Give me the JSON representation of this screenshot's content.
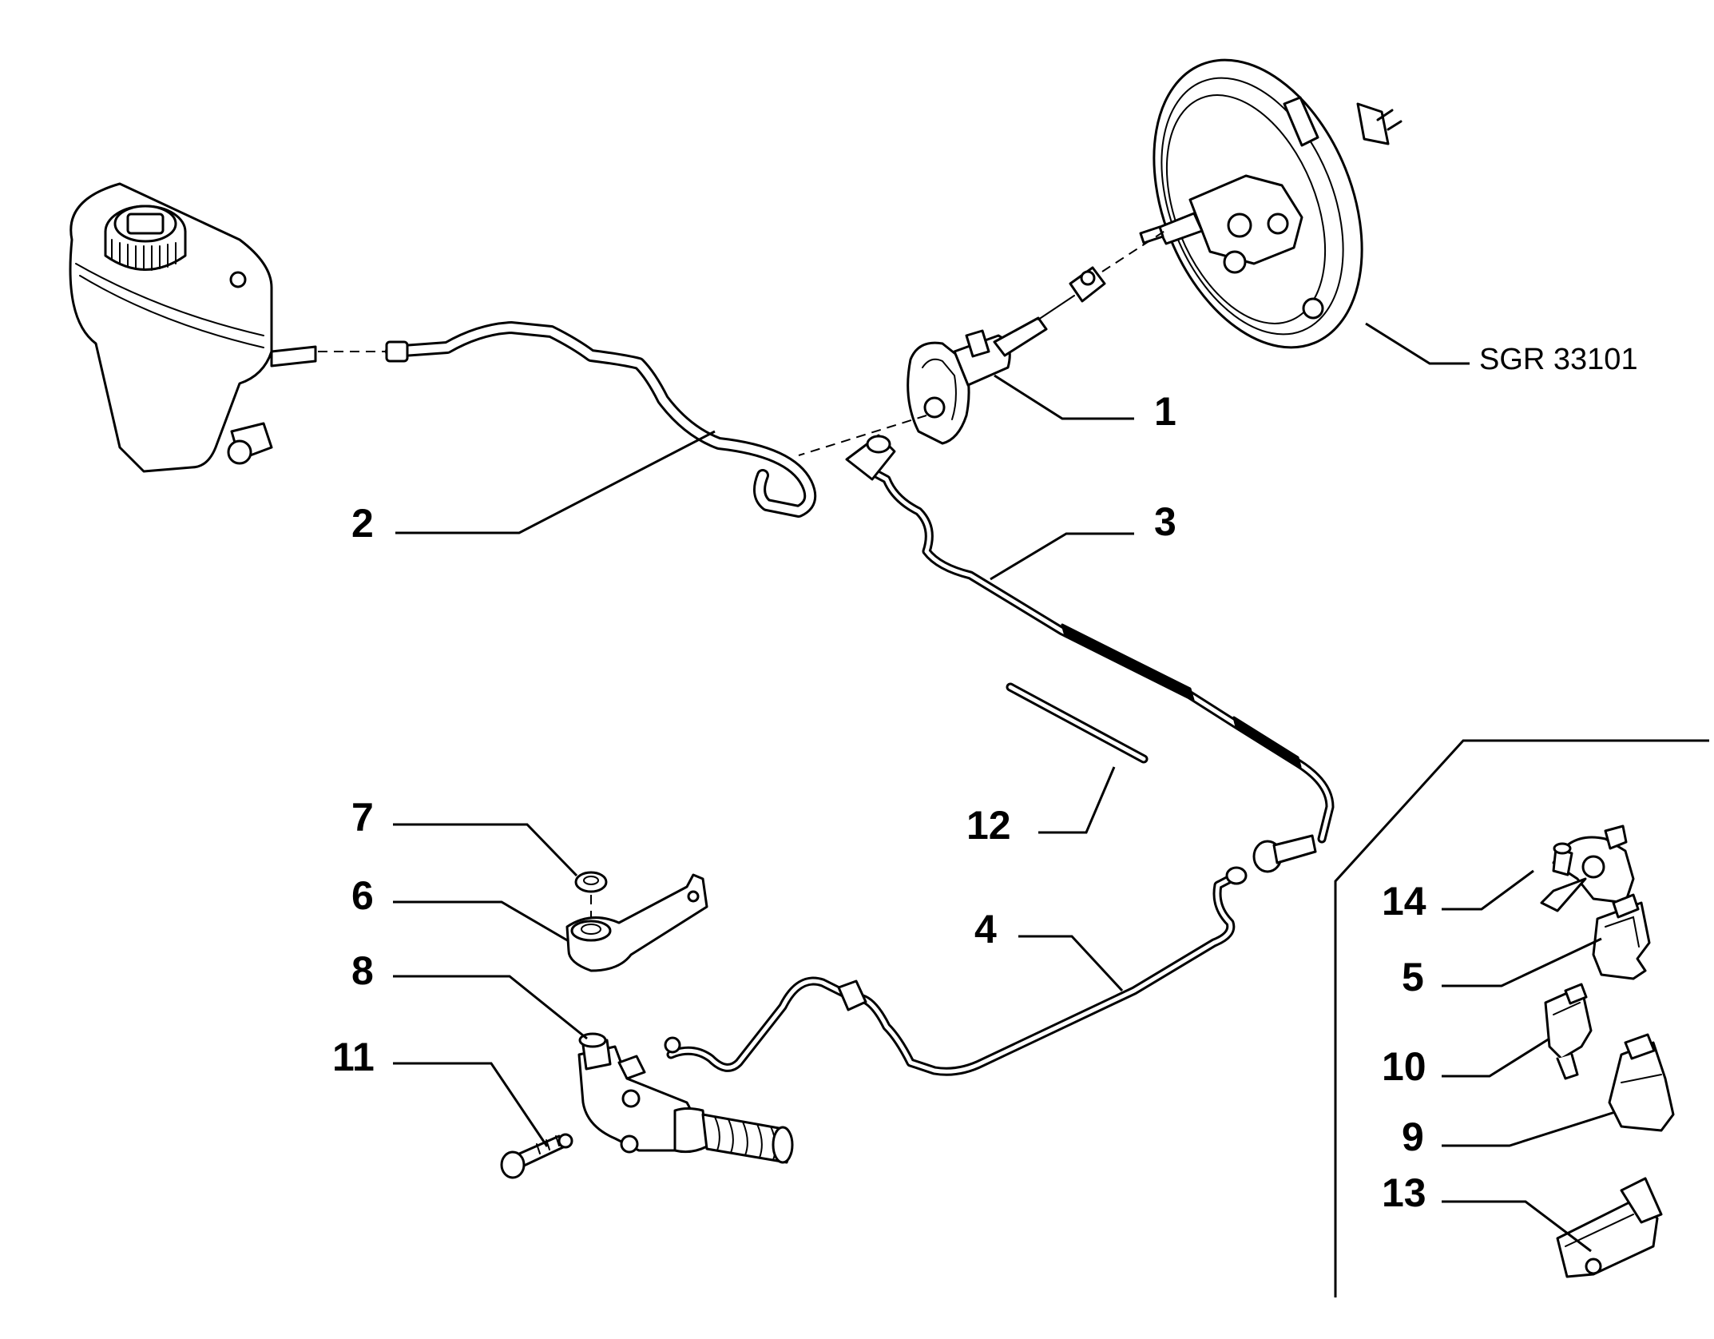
{
  "reference": "SGR 33101",
  "callouts": [
    {
      "id": "1",
      "label": "1"
    },
    {
      "id": "2",
      "label": "2"
    },
    {
      "id": "3",
      "label": "3"
    },
    {
      "id": "4",
      "label": "4"
    },
    {
      "id": "5",
      "label": "5"
    },
    {
      "id": "6",
      "label": "6"
    },
    {
      "id": "7",
      "label": "7"
    },
    {
      "id": "8",
      "label": "8"
    },
    {
      "id": "9",
      "label": "9"
    },
    {
      "id": "10",
      "label": "10"
    },
    {
      "id": "11",
      "label": "11"
    },
    {
      "id": "12",
      "label": "12"
    },
    {
      "id": "13",
      "label": "13"
    },
    {
      "id": "14",
      "label": "14"
    }
  ]
}
